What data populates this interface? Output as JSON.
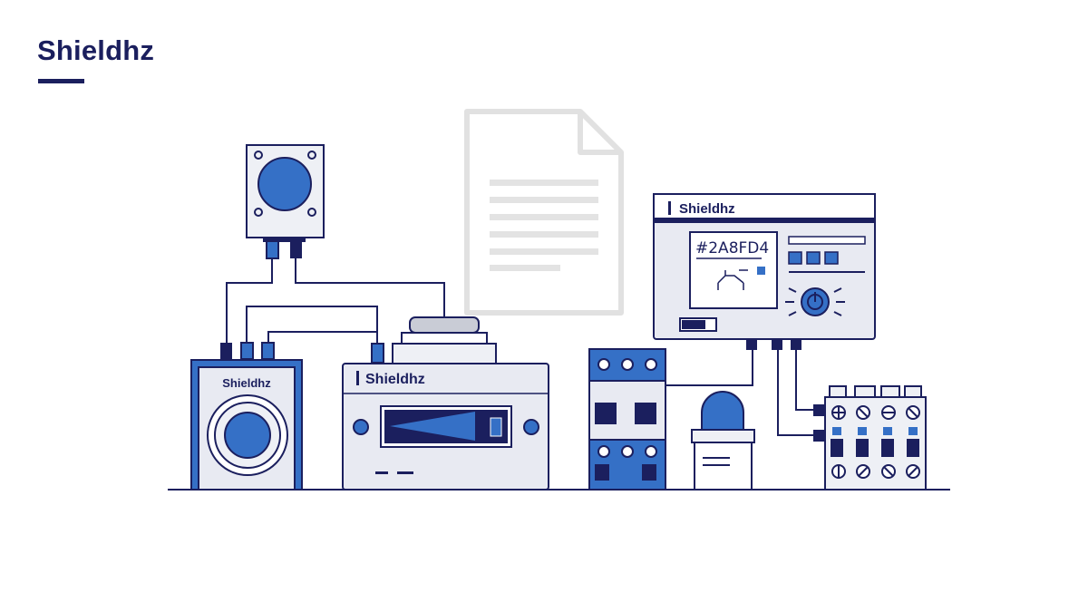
{
  "brand": {
    "title": "Shieldhz"
  },
  "devices": {
    "meter_label": "Shieldhz",
    "controller_label": "Shieldhz",
    "panel_title": "Shieldhz",
    "panel_readout": "#2A8FD4"
  },
  "colors": {
    "navy": "#1b1f5e",
    "blue": "#3570c6",
    "light": "#e8eaf2",
    "doc": "#e3e3e3"
  },
  "icons": [
    "document-icon",
    "pressure-gauge-icon",
    "knob-icon",
    "beacon-icon"
  ]
}
